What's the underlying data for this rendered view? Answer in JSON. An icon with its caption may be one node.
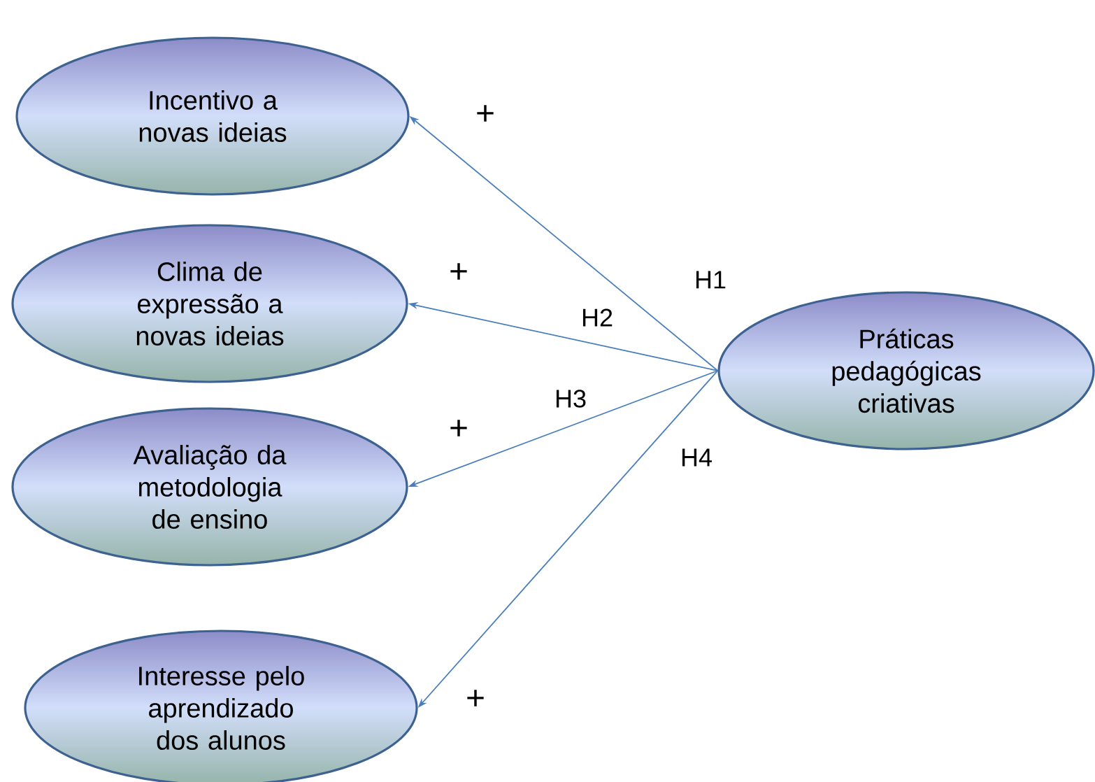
{
  "diagram": {
    "nodes": [
      {
        "text": [
          "Incentivo a novas ideias"
        ]
      },
      {
        "text": [
          "Clima de expressão a novas ideias"
        ]
      },
      {
        "text": [
          "Avaliação da metodologia de ensino"
        ]
      },
      {
        "text": [
          "Interesse pelo aprendizado dos alunos"
        ]
      },
      {
        "text": [
          "Práticas pedagógicas criativas"
        ]
      }
    ],
    "edges": [
      {
        "from": 4,
        "to": 0,
        "arrow": "to",
        "label": "H1"
      },
      {
        "from": 4,
        "to": 1,
        "arrow": "to",
        "label": "H2"
      },
      {
        "from": 4,
        "to": 2,
        "arrow": "to",
        "label": "H3"
      },
      {
        "from": 4,
        "to": 3,
        "arrow": "to",
        "label": "H4"
      }
    ],
    "labels": [
      "+",
      "+",
      "+",
      "+"
    ]
  }
}
